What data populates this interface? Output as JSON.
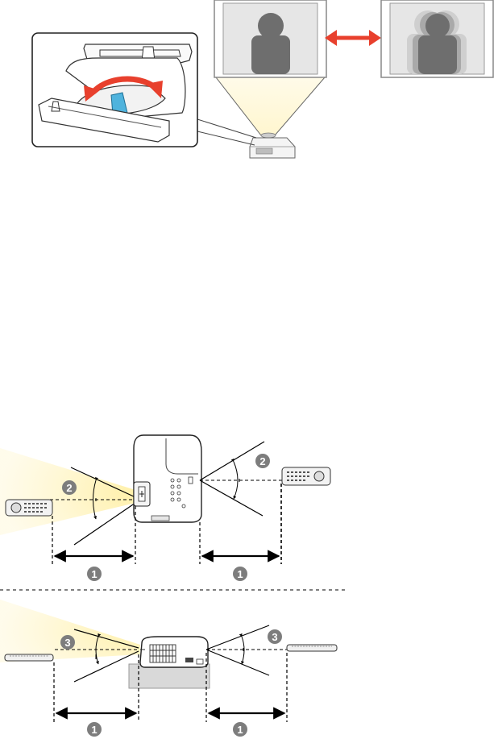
{
  "figure_top": {
    "zoom_callout": {
      "icon": "focus-ring-rotate-icon",
      "arrow_color": "#e8402d",
      "ring_color": "#4fb3dd"
    },
    "screen_sharp": {
      "icon": "person-silhouette-icon"
    },
    "screen_blurry": {
      "icon": "blurred-person-silhouette-icon"
    },
    "compare_arrow": {
      "color": "#e8402d"
    },
    "projector": {
      "icon": "projector-icon"
    }
  },
  "figure_bottom": {
    "callouts": {
      "distance": "1",
      "angle_horizontal": "2",
      "angle_vertical": "3"
    },
    "colors": {
      "beam": "#fff2b8",
      "badge": "#7d7d7d",
      "table": "#d9d9d9"
    }
  }
}
